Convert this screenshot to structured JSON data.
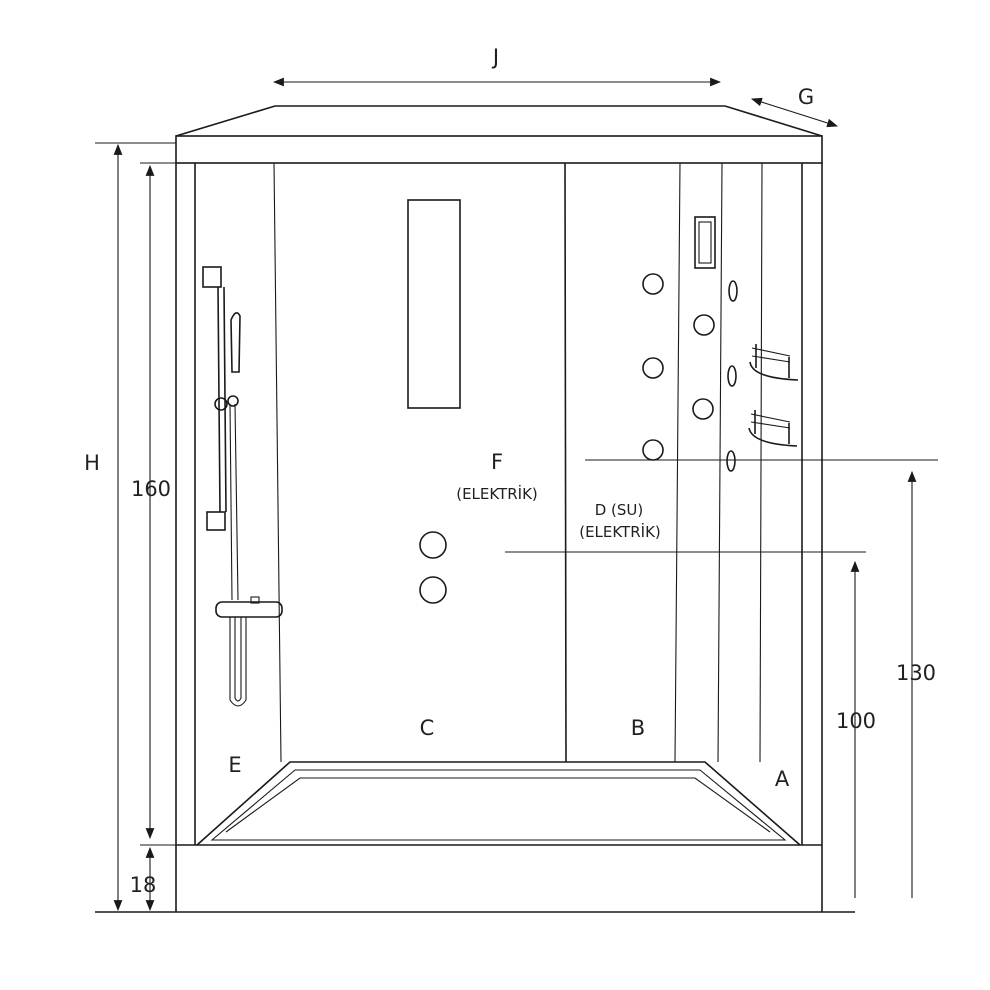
{
  "dimensions": {
    "width_label": "J",
    "depth_label": "G",
    "height_label": "H",
    "inner_height": "160",
    "base_height": "18",
    "outlet_high": "130",
    "outlet_low": "100"
  },
  "panels": {
    "a": "A",
    "b": "B",
    "c": "C",
    "e": "E"
  },
  "connections": {
    "f_label": "F",
    "f_sub": "(ELEKTRİK)",
    "d_label": "D (SU)",
    "d_sub": "(ELEKTRİK)"
  },
  "colors": {
    "line": "#1a1a1a",
    "text": "#231f20"
  }
}
